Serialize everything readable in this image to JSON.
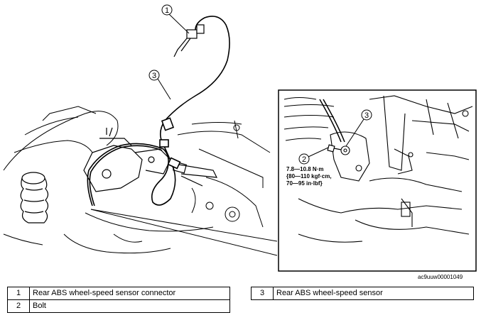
{
  "callouts": {
    "c1": "1",
    "c2": "2",
    "c3_main": "3",
    "c3_detail": "3"
  },
  "torque_spec": {
    "line1": "7.8—10.8 N·m",
    "line2": "{80—110 kgf·cm,",
    "line3": "70—95 in·lbf}"
  },
  "figure_code": "ac9uuw00001049",
  "legend": {
    "left": [
      {
        "num": "1",
        "label": "Rear ABS wheel-speed sensor connector"
      },
      {
        "num": "2",
        "label": "Bolt"
      }
    ],
    "right": [
      {
        "num": "3",
        "label": "Rear ABS wheel-speed sensor"
      }
    ]
  }
}
